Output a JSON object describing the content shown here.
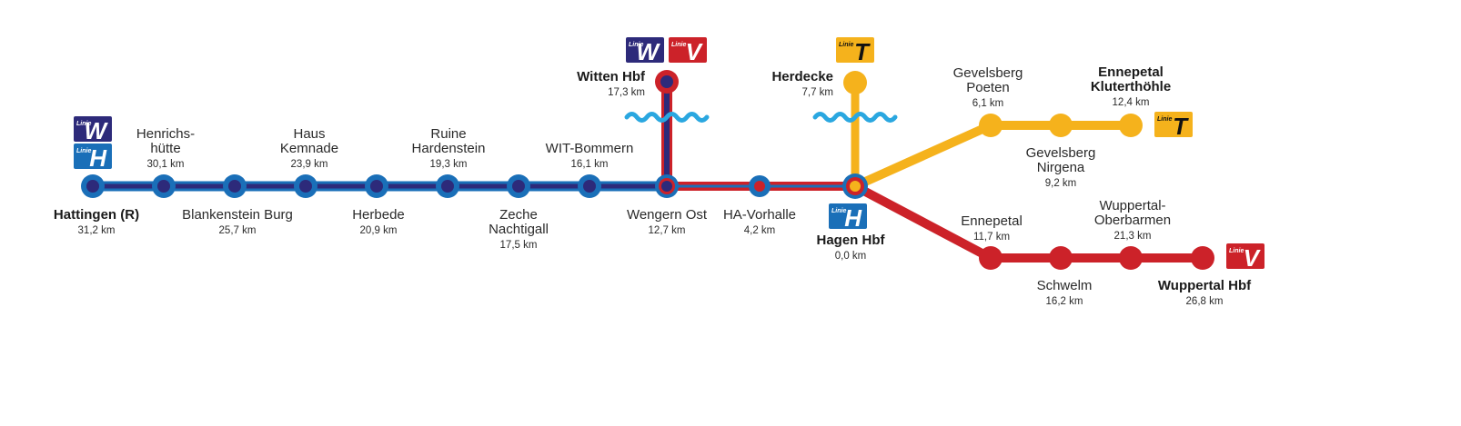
{
  "colors": {
    "linie_w": "#2d2a7a",
    "linie_h": "#1a6fb8",
    "linie_v": "#cc2229",
    "linie_t": "#f5b21c",
    "water": "#2aa7e0"
  },
  "badges": {
    "linie_word": "Linie",
    "w": "W",
    "h": "H",
    "v": "V",
    "t": "T"
  },
  "stations": [
    {
      "id": "hattingen",
      "name_lines": [
        "Hattingen (R)"
      ],
      "km": "31,2 km",
      "bold": true
    },
    {
      "id": "henrichshuette",
      "name_lines": [
        "Henrichs-",
        "hütte"
      ],
      "km": "30,1 km",
      "bold": false
    },
    {
      "id": "blankenstein",
      "name_lines": [
        "Blankenstein Burg"
      ],
      "km": "25,7 km",
      "bold": false
    },
    {
      "id": "haus-kemnade",
      "name_lines": [
        "Haus",
        "Kemnade"
      ],
      "km": "23,9 km",
      "bold": false
    },
    {
      "id": "herbede",
      "name_lines": [
        "Herbede"
      ],
      "km": "20,9 km",
      "bold": false
    },
    {
      "id": "ruine-hardenstein",
      "name_lines": [
        "Ruine",
        "Hardenstein"
      ],
      "km": "19,3 km",
      "bold": false
    },
    {
      "id": "zeche-nachtigall",
      "name_lines": [
        "Zeche",
        "Nachtigall"
      ],
      "km": "17,5 km",
      "bold": false
    },
    {
      "id": "wit-bommern",
      "name_lines": [
        "WIT-Bommern"
      ],
      "km": "16,1 km",
      "bold": false
    },
    {
      "id": "wengern-ost",
      "name_lines": [
        "Wengern Ost"
      ],
      "km": "12,7 km",
      "bold": false
    },
    {
      "id": "ha-vorhalle",
      "name_lines": [
        "HA-Vorhalle"
      ],
      "km": "4,2 km",
      "bold": false
    },
    {
      "id": "hagen-hbf",
      "name_lines": [
        "Hagen Hbf"
      ],
      "km": "0,0 km",
      "bold": true
    },
    {
      "id": "witten-hbf",
      "name_lines": [
        "Witten Hbf"
      ],
      "km": "17,3 km",
      "bold": true
    },
    {
      "id": "herdecke",
      "name_lines": [
        "Herdecke"
      ],
      "km": "7,7 km",
      "bold": true
    },
    {
      "id": "gevelsberg-poeten",
      "name_lines": [
        "Gevelsberg",
        "Poeten"
      ],
      "km": "6,1 km",
      "bold": false
    },
    {
      "id": "gevelsberg-nirgena",
      "name_lines": [
        "Gevelsberg",
        "Nirgena"
      ],
      "km": "9,2 km",
      "bold": false
    },
    {
      "id": "ennepetal-kluterthoehle",
      "name_lines": [
        "Ennepetal",
        "Kluterthöhle"
      ],
      "km": "12,4 km",
      "bold": true
    },
    {
      "id": "ennepetal",
      "name_lines": [
        "Ennepetal"
      ],
      "km": "11,7 km",
      "bold": false
    },
    {
      "id": "schwelm",
      "name_lines": [
        "Schwelm"
      ],
      "km": "16,2 km",
      "bold": false
    },
    {
      "id": "wuppertal-oberbarmen",
      "name_lines": [
        "Wuppertal-",
        "Oberbarmen"
      ],
      "km": "21,3 km",
      "bold": false
    },
    {
      "id": "wuppertal-hbf",
      "name_lines": [
        "Wuppertal Hbf"
      ],
      "km": "26,8 km",
      "bold": true
    }
  ]
}
